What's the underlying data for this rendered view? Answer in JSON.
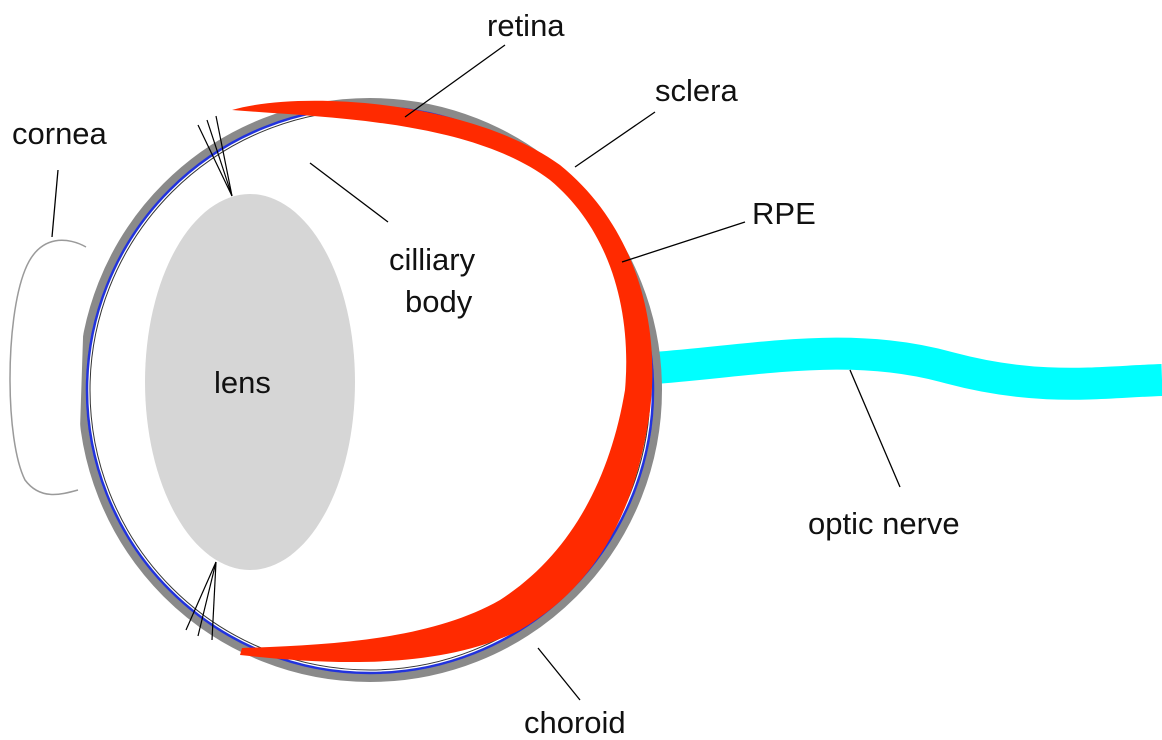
{
  "labels": {
    "retina": "retina",
    "sclera": "sclera",
    "cornea": "cornea",
    "rpe": "RPE",
    "ciliary_line1": "cilliary",
    "ciliary_line2": "body",
    "lens": "lens",
    "optic_nerve": "optic nerve",
    "choroid": "choroid"
  },
  "colors": {
    "sclera": "#8a8a8a",
    "choroid": "#2233dd",
    "retina": "#ff2a00",
    "lens": "#d6d6d6",
    "optic_nerve": "#00ffff",
    "cornea_outline": "#9a9a9a",
    "leader": "#000000"
  }
}
